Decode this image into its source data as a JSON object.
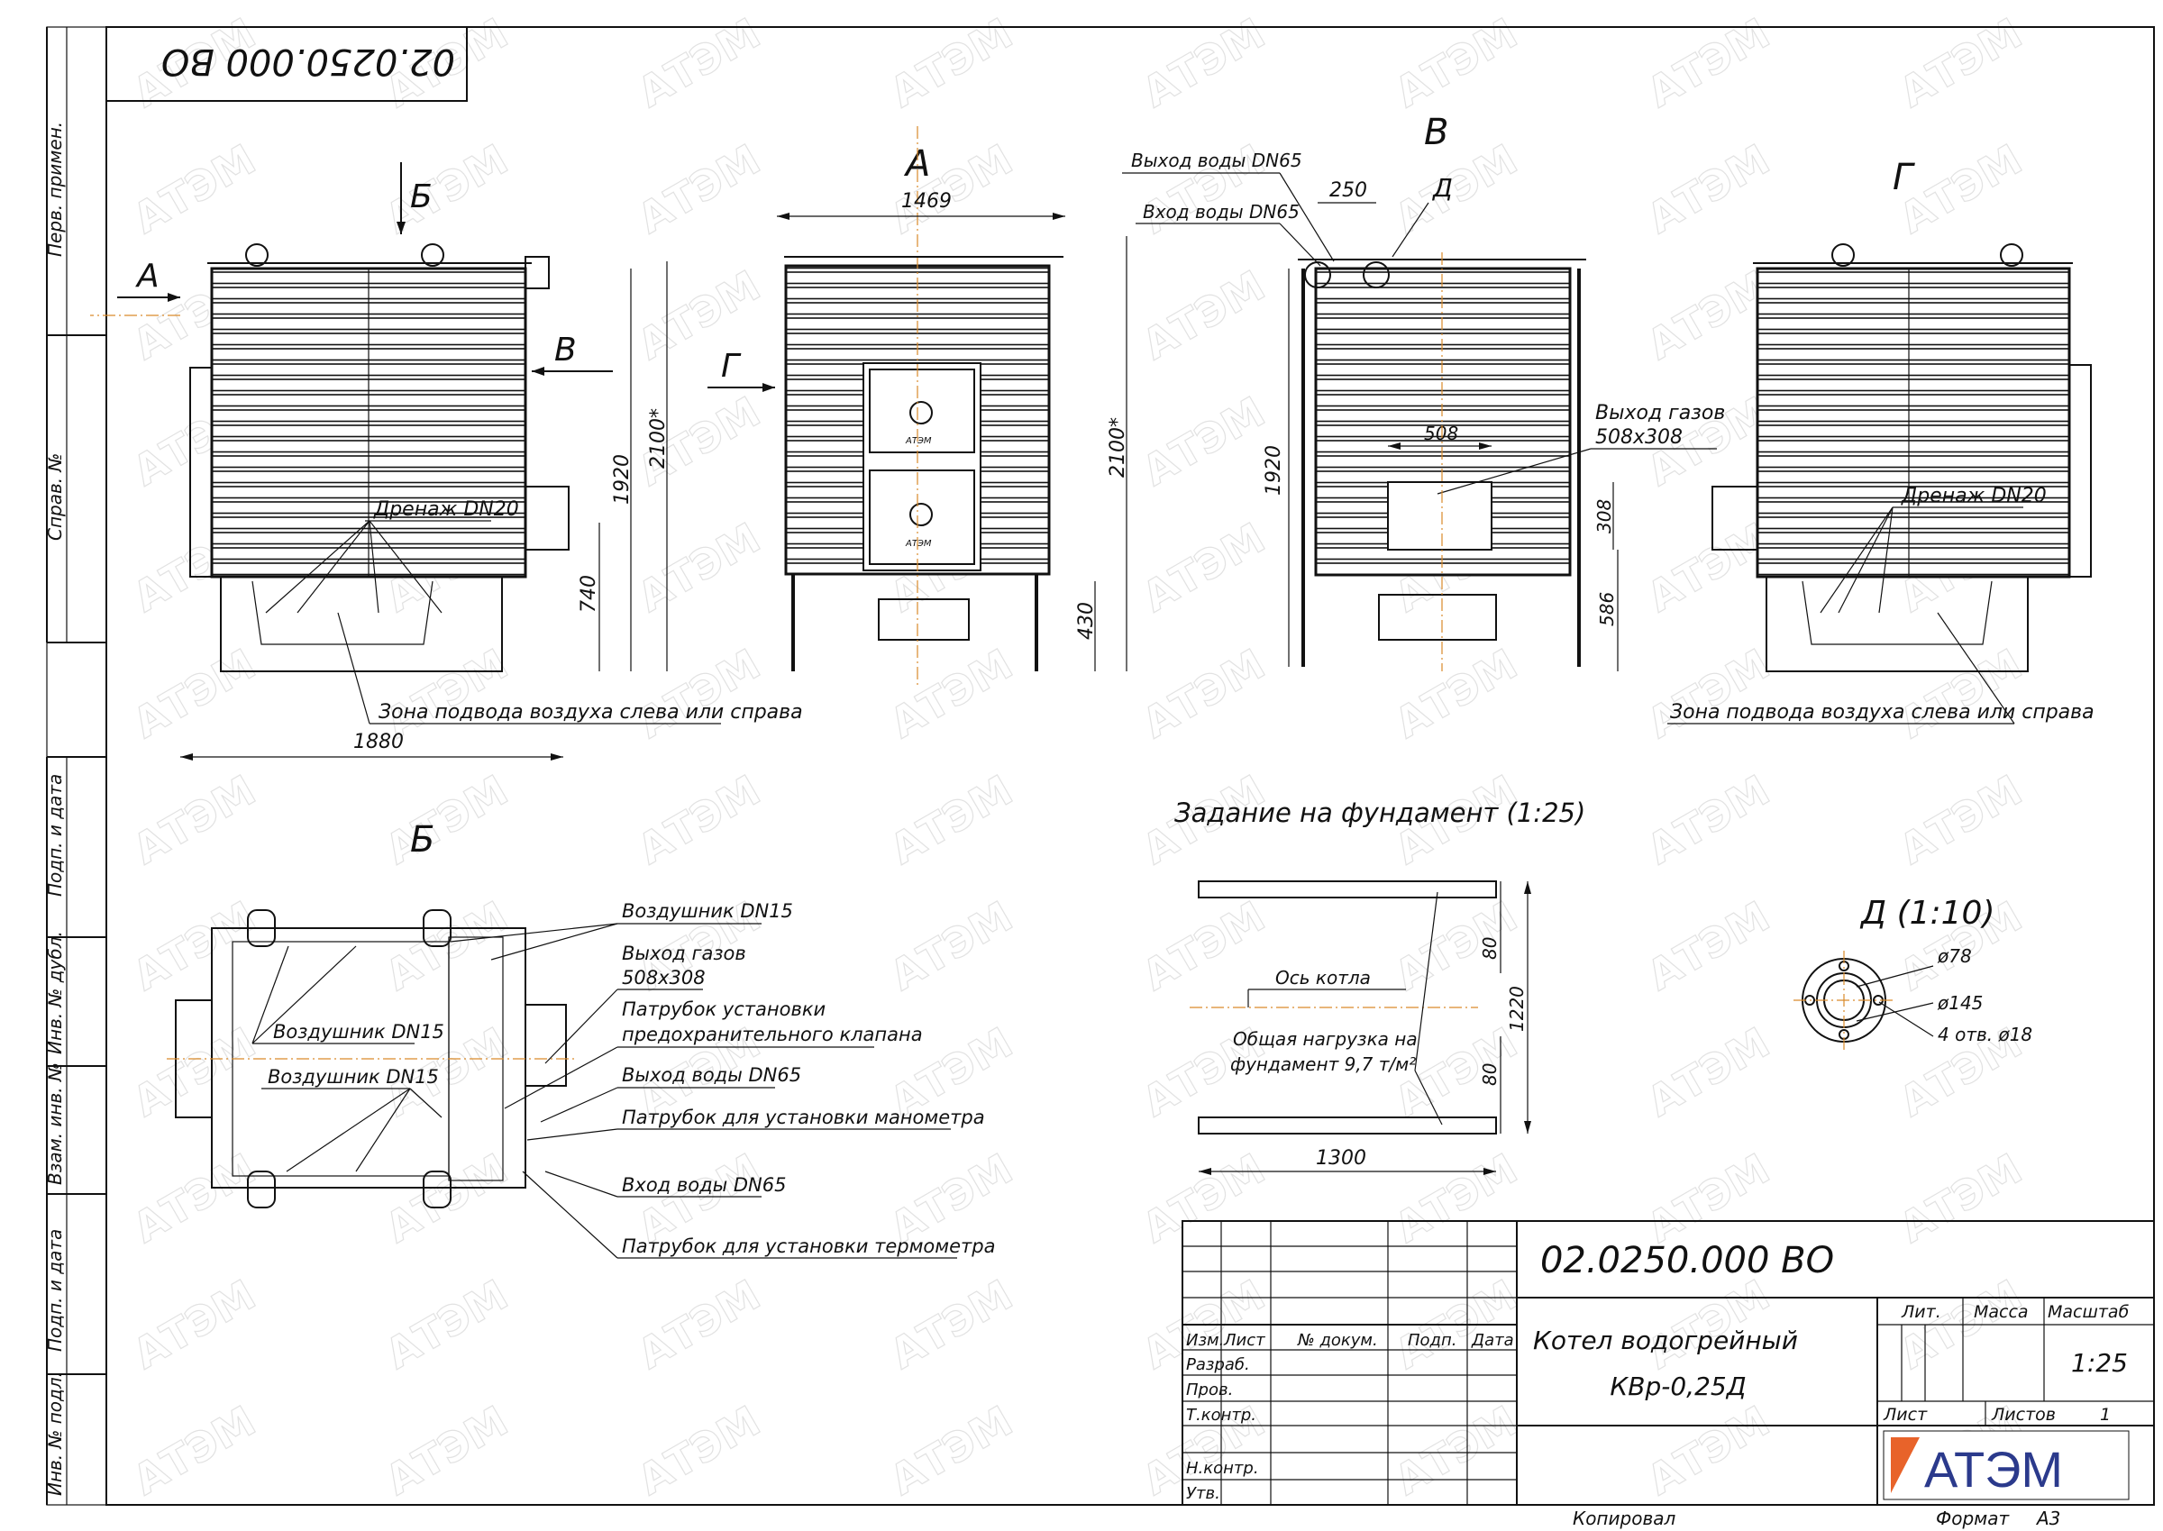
{
  "sheet": {
    "code": "02.0250.000 ВО",
    "code_rotated": "02.0250.000 ВО"
  },
  "left_margin": {
    "perv_primen": "Перв. примен.",
    "sprav_no": "Справ. №",
    "podp_i_data_1": "Подп. и дата",
    "inv_no_dubl": "Инв. № дубл.",
    "vzam_inv_no": "Взам. инв. №",
    "podp_i_data_2": "Подп. и дата",
    "inv_no_podl": "Инв. № подл."
  },
  "views": {
    "side_left": {
      "arrow_a": "А",
      "arrow_b": "Б",
      "arrow_v": "В",
      "drain": "Дренаж DN20",
      "air_zone": "Зона подвода воздуха слева или справа",
      "dim_1880": "1880",
      "dim_1920": "1920",
      "dim_2100": "2100*",
      "dim_740": "740"
    },
    "view_a": {
      "title": "А",
      "arrow_g": "Г",
      "dim_1469": "1469",
      "dim_2100": "2100*",
      "dim_430": "430",
      "door_brand": "АТЭМ"
    },
    "view_v": {
      "title": "В",
      "water_out": "Выход воды DN65",
      "water_in": "Вход воды DN65",
      "dim_250": "250",
      "label_d": "Д",
      "gas_out_1": "Выход газов",
      "gas_out_2": "508х308",
      "dim_508": "508",
      "dim_1920": "1920",
      "dim_308": "308",
      "dim_586": "586"
    },
    "view_g": {
      "title": "Г",
      "drain": "Дренаж DN20",
      "air_zone": "Зона подвода воздуха слева или справа"
    },
    "view_b": {
      "title": "Б",
      "air_vent_1": "Воздушник DN15",
      "air_vent_2": "Воздушник DN15",
      "air_vent_3": "Воздушник DN15",
      "gas_out_1": "Выход газов",
      "gas_out_2": "508х308",
      "valve_1": "Патрубок установки",
      "valve_2": "предохранительного клапана",
      "water_out": "Выход воды DN65",
      "manometer": "Патрубок для установки манометра",
      "water_in": "Вход воды DN65",
      "thermometer": "Патрубок для установки термометра"
    },
    "foundation": {
      "title": "Задание на фундамент (1:25)",
      "axis": "Ось котла",
      "load_1": "Общая нагрузка на",
      "load_2": "фундамент 9,7 т/м²",
      "dim_80_top": "80",
      "dim_1220": "1220",
      "dim_80_bottom": "80",
      "dim_1300": "1300"
    },
    "detail_d": {
      "title": "Д (1:10)",
      "d78": "ø78",
      "d145": "ø145",
      "holes": "4 отв. ø18"
    }
  },
  "title_block": {
    "code": "02.0250.000 ВО",
    "name_1": "Котел водогрейный",
    "name_2": "КВр-0,25Д",
    "izm": "Изм.",
    "list": "Лист",
    "doc_no": "№ докум.",
    "podp": "Подп.",
    "data": "Дата",
    "razrab": "Разраб.",
    "prov": "Пров.",
    "t_kontr": "Т.контр.",
    "n_kontr": "Н.контр.",
    "utv": "Утв.",
    "lit": "Лит.",
    "massa": "Масса",
    "masshtab": "Масштаб",
    "scale": "1:25",
    "list_label": "Лист",
    "listov_label": "Листов",
    "listov_value": "1",
    "logo": "АТЭМ",
    "kopiroval": "Копировал",
    "format_label": "Формат",
    "format_value": "А3"
  },
  "watermark": "АТЭМ",
  "colors": {
    "line": "#111111",
    "axis": "#d98a2a",
    "logo_orange": "#e8632a",
    "logo_blue": "#2b3a8c"
  }
}
